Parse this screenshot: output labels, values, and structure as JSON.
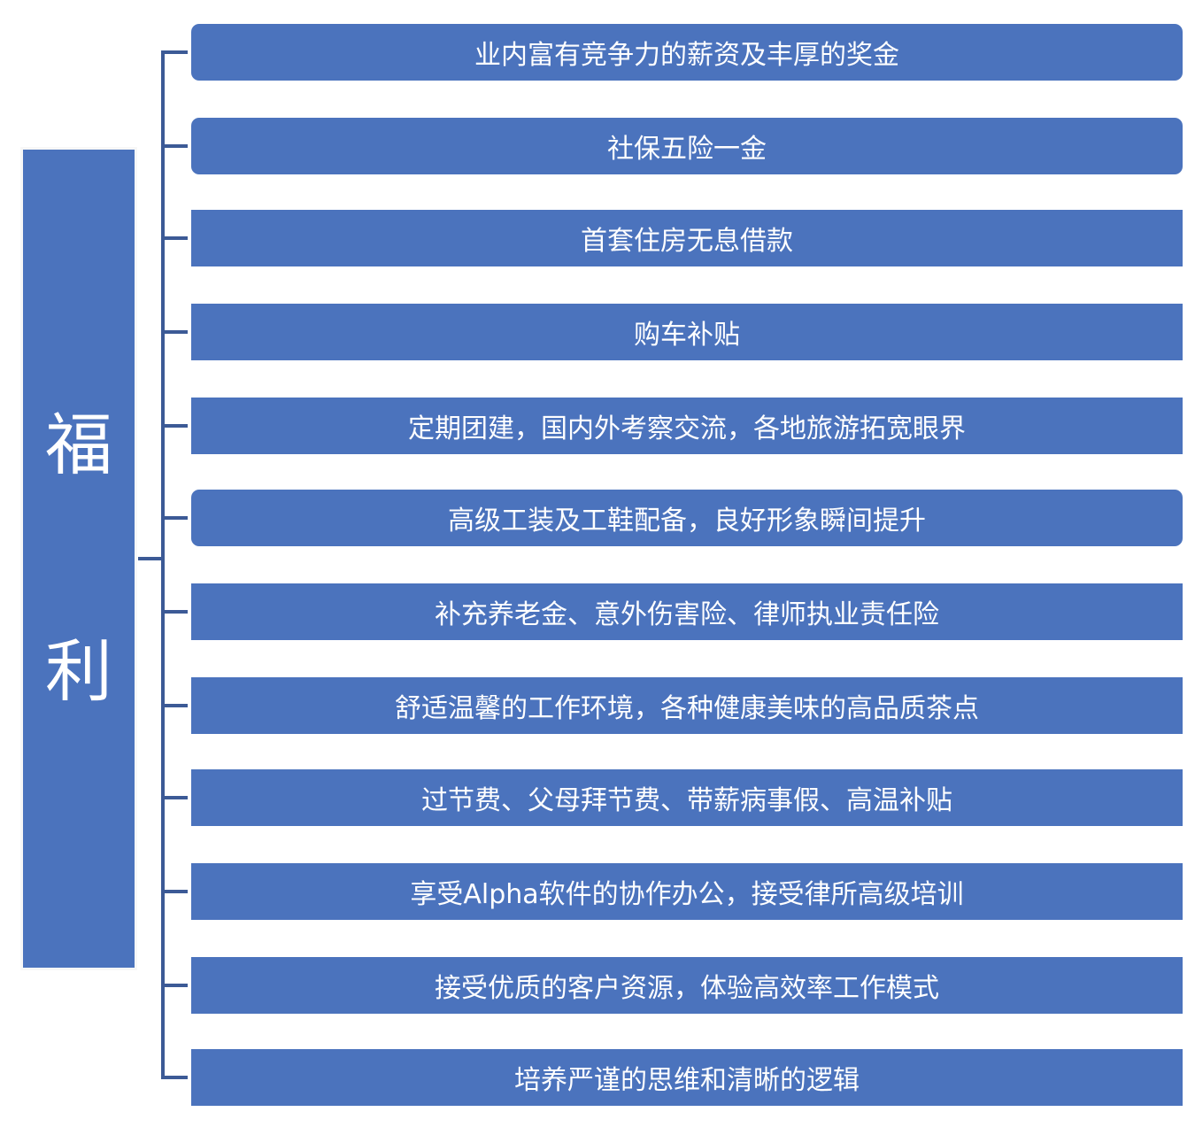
{
  "root": {
    "chars": [
      "福",
      "利"
    ]
  },
  "items": [
    {
      "label": "业内富有竞争力的薪资及丰厚的奖金",
      "rounded": true
    },
    {
      "label": "社保五险一金",
      "rounded": true
    },
    {
      "label": "首套住房无息借款",
      "rounded": false
    },
    {
      "label": "购车补贴",
      "rounded": false
    },
    {
      "label": "定期团建，国内外考察交流，各地旅游拓宽眼界",
      "rounded": false
    },
    {
      "label": "高级工装及工鞋配备，良好形象瞬间提升",
      "rounded": true
    },
    {
      "label": "补充养老金、意外伤害险、律师执业责任险",
      "rounded": false
    },
    {
      "label": "舒适温馨的工作环境，各种健康美味的高品质茶点",
      "rounded": false
    },
    {
      "label": "过节费、父母拜节费、带薪病事假、高温补贴",
      "rounded": false
    },
    {
      "label": "享受Alpha软件的协作办公，接受律所高级培训",
      "rounded": false
    },
    {
      "label": "接受优质的客户资源，体验高效率工作模式",
      "rounded": false
    },
    {
      "label": "培养严谨的思维和清晰的逻辑",
      "rounded": false
    }
  ],
  "colors": {
    "box": "#4b73bd",
    "connector": "#3c5a96"
  }
}
